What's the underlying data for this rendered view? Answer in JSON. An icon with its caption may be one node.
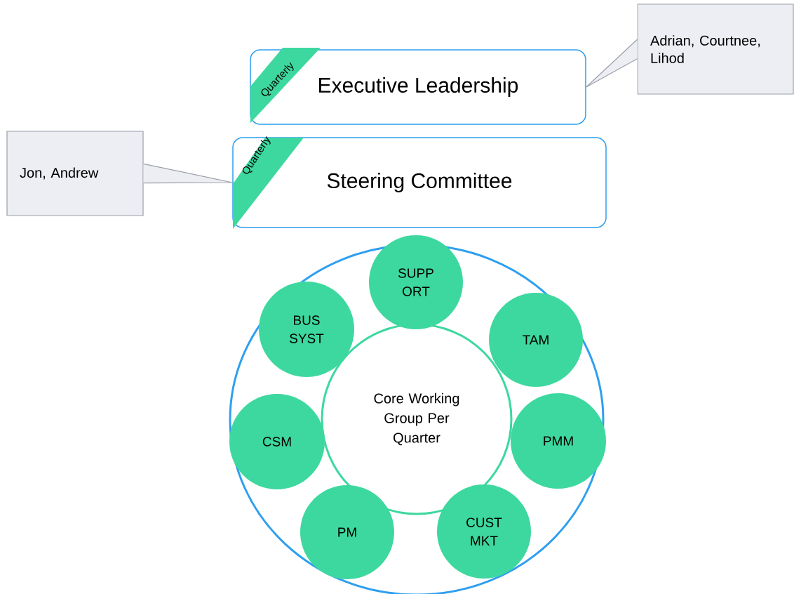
{
  "diagram": {
    "nodes": [
      {
        "text": [
          "Executive Leadership"
        ]
      },
      {
        "text": [
          "Quarterly"
        ],
        "in": 0
      },
      {
        "text": [
          "Steering Committee"
        ]
      },
      {
        "text": [
          "Quarterly"
        ],
        "in": 2
      },
      {
        "text": [
          "Adrian, Courtnee, Lihod"
        ]
      },
      {
        "text": [
          "Jon, Andrew"
        ]
      },
      {
        "text": [],
        "shape": "circle"
      },
      {
        "text": [
          "Core Working Group Per Quarter"
        ],
        "in": 6
      },
      {
        "text": [
          "SUPP ORT"
        ]
      },
      {
        "text": [
          "TAM"
        ],
        "in": 6
      },
      {
        "text": [
          "PMM"
        ],
        "in": 6
      },
      {
        "text": [
          "CUST MKT"
        ],
        "in": 6
      },
      {
        "text": [
          "PM"
        ],
        "in": 6
      },
      {
        "text": [
          "CSM"
        ],
        "in": 6
      },
      {
        "text": [
          "BUS SYST"
        ],
        "in": 6
      }
    ],
    "edges": [
      {
        "from": 4,
        "to": 0,
        "arrow": "none"
      },
      {
        "from": 5,
        "to": 2,
        "arrow": "none"
      }
    ]
  }
}
